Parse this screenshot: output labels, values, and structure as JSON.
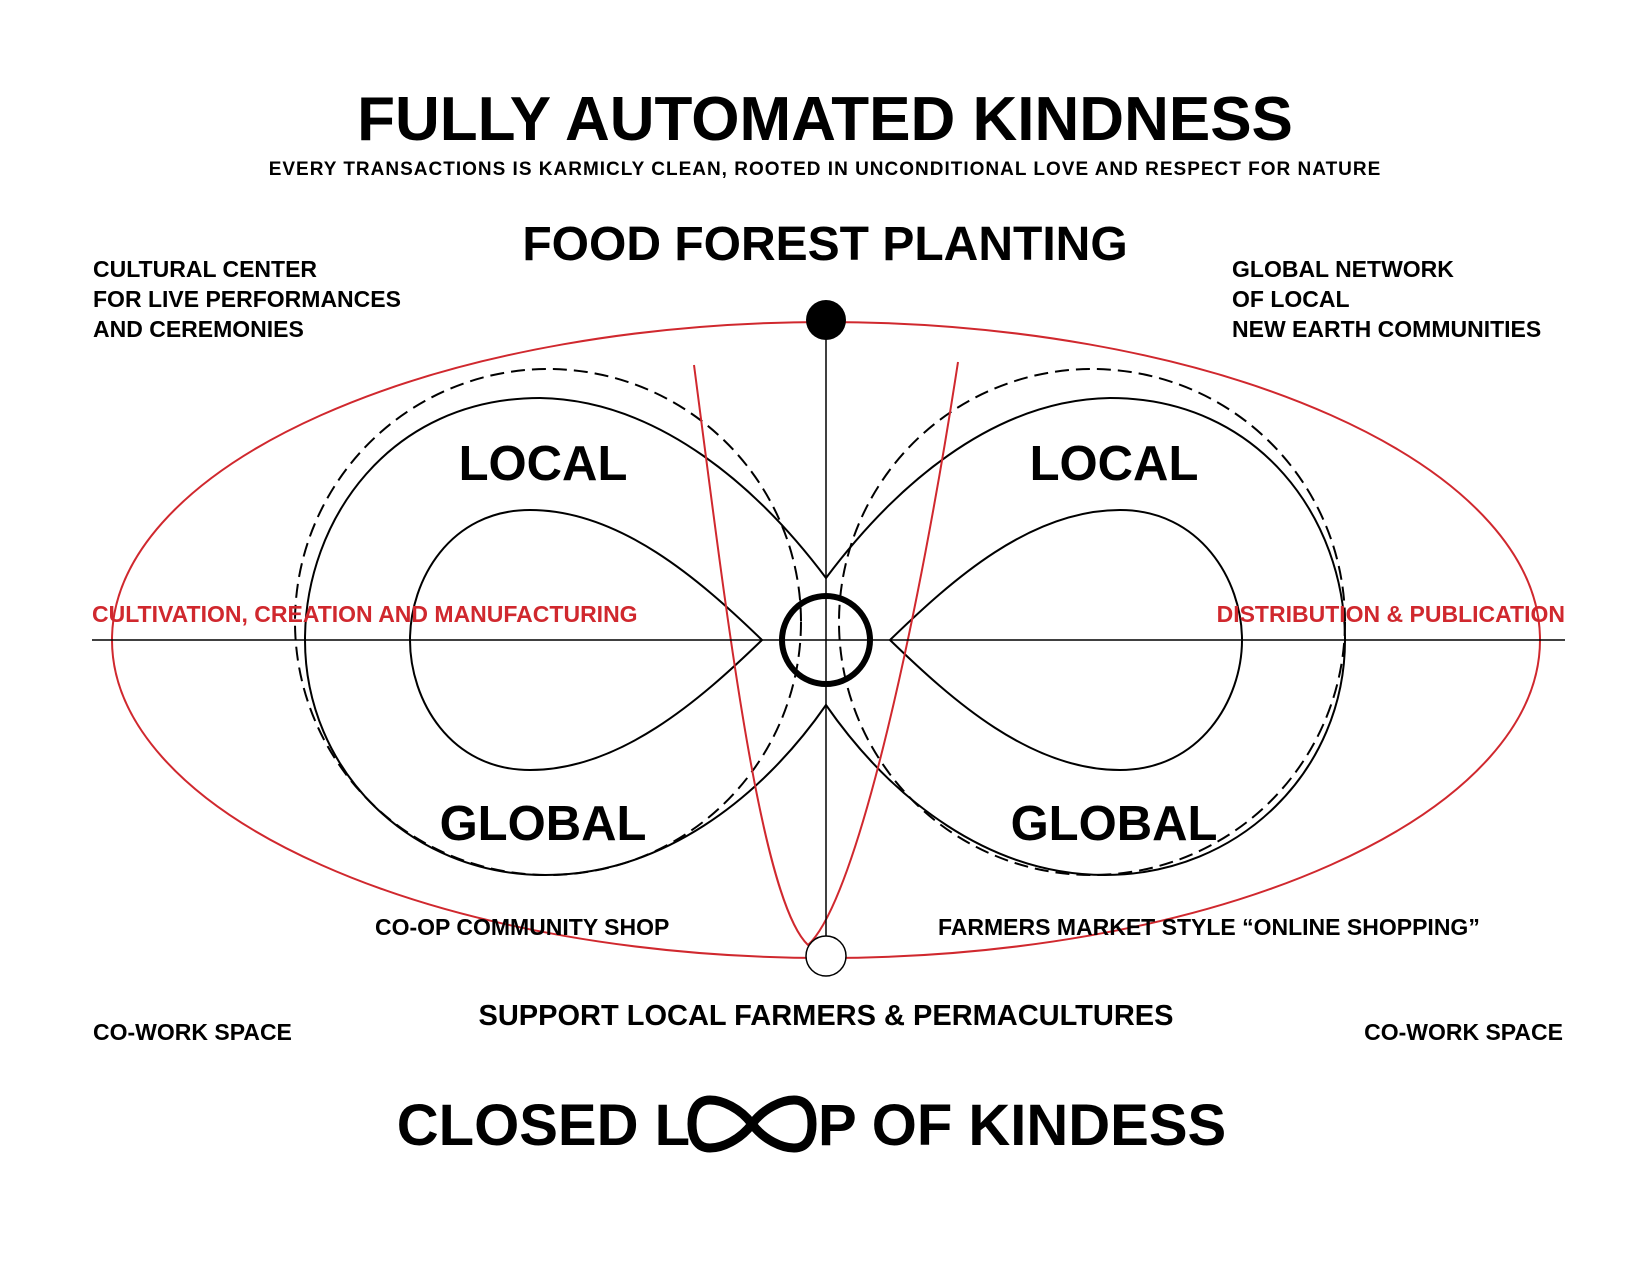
{
  "title": "FULLY AUTOMATED KINDNESS",
  "subtitle": "EVERY TRANSACTIONS IS KARMICLY CLEAN, ROOTED IN UNCONDITIONAL LOVE AND RESPECT FOR NATURE",
  "top_label": "FOOD FOREST PLANTING",
  "top_left": [
    "CULTURAL CENTER",
    "FOR LIVE PERFORMANCES",
    "AND CEREMONIES"
  ],
  "top_right": [
    "GLOBAL NETWORK",
    "OF LOCAL",
    "NEW EARTH COMMUNITIES"
  ],
  "lobes": {
    "left_top": "LOCAL",
    "right_top": "LOCAL",
    "left_bottom": "GLOBAL",
    "right_bottom": "GLOBAL"
  },
  "axis": {
    "left": "CULTIVATION, CREATION AND MANUFACTURING",
    "right": "DISTRIBUTION & PUBLICATION"
  },
  "bottom": {
    "left_shop": "CO-OP COMMUNITY SHOP",
    "right_shop": "FARMERS MARKET STYLE “ONLINE SHOPPING”",
    "support": "SUPPORT LOCAL FARMERS & PERMACULTURES",
    "cowork_left": "CO-WORK SPACE",
    "cowork_right": "CO-WORK SPACE"
  },
  "closing": {
    "part1": "CLOSED L",
    "part2": "P OF KINDESS",
    "infinity_icon": "infinity-icon"
  },
  "colors": {
    "ink": "#000000",
    "accent": "#d0282e"
  }
}
